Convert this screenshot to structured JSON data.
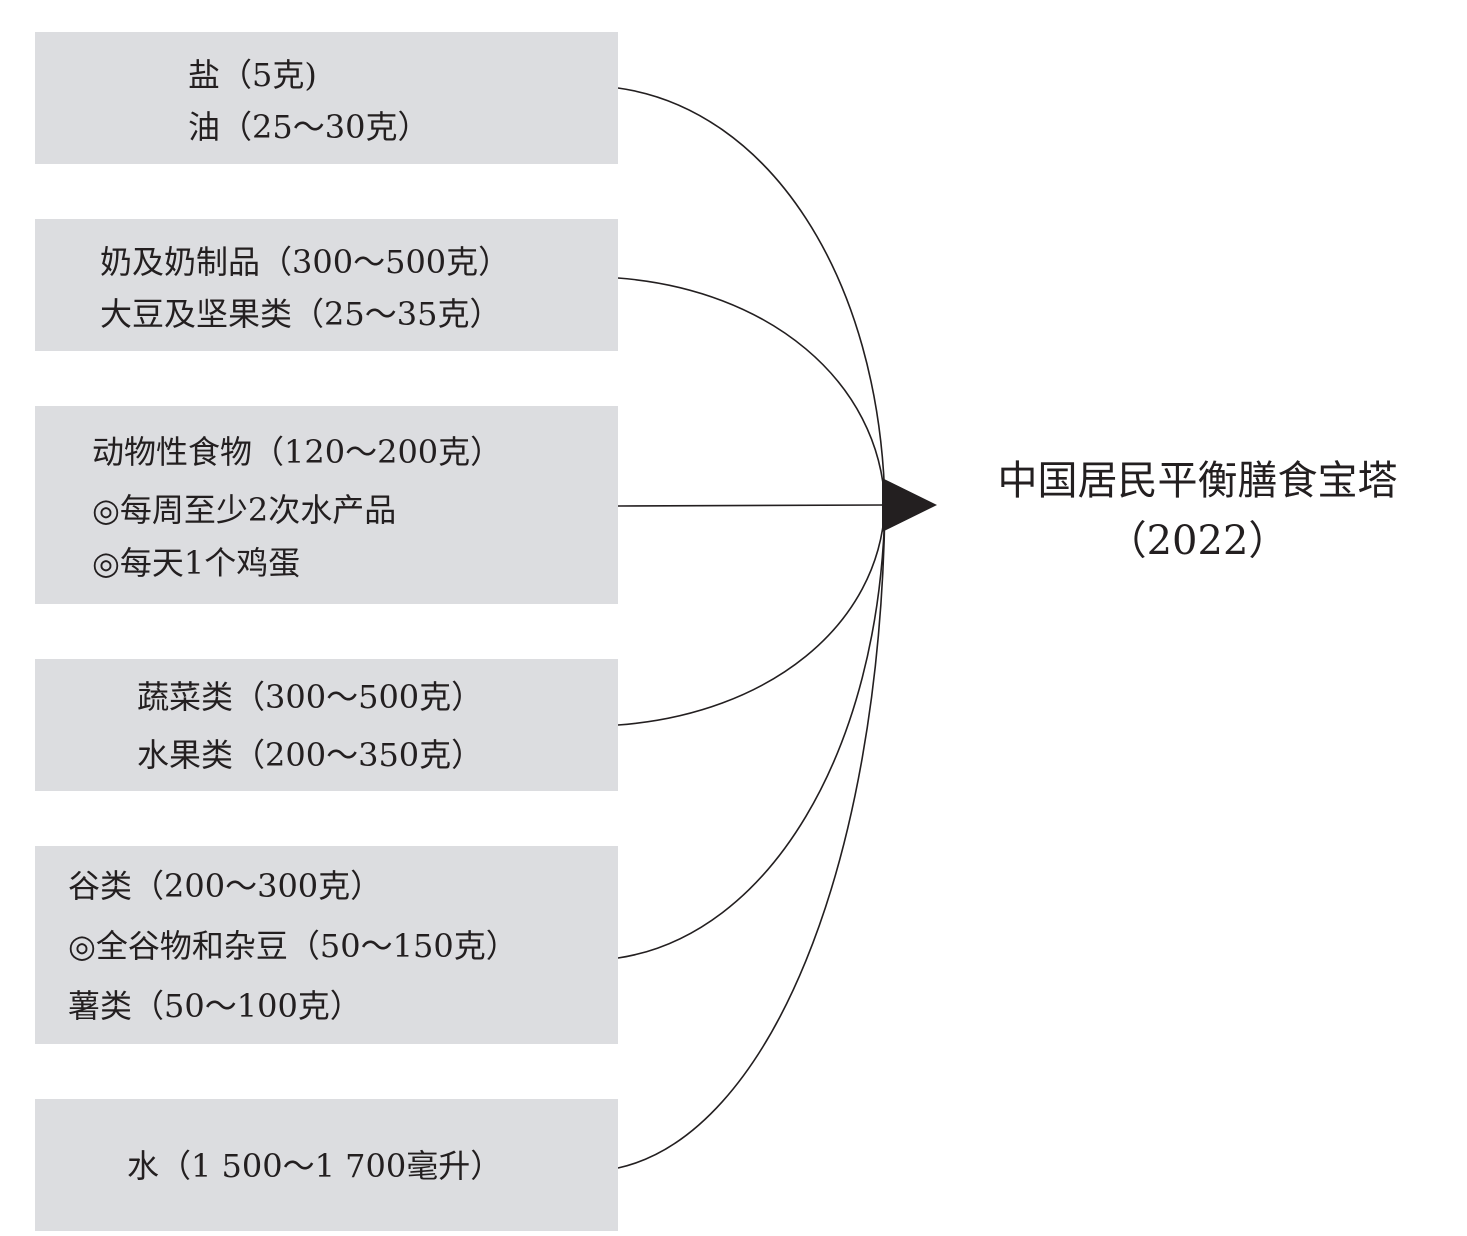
{
  "groups": [
    {
      "lines": [
        "盐（5克)",
        "油（25～30克）"
      ]
    },
    {
      "lines": [
        "奶及奶制品（300～500克）",
        "大豆及坚果类（25～35克）"
      ]
    },
    {
      "lines": [
        "动物性食物（120～200克）",
        "◎每周至少2次水产品",
        "◎每天1个鸡蛋"
      ]
    },
    {
      "lines": [
        "蔬菜类（300～500克）",
        "水果类（200～350克）"
      ]
    },
    {
      "lines": [
        "谷类（200～300克）",
        "◎全谷物和杂豆（50～150克）",
        "薯类（50～100克）"
      ]
    },
    {
      "lines": [
        "水（1 500～1 700毫升）"
      ]
    }
  ],
  "target": {
    "title": "中国居民平衡膳食宝塔",
    "year": "（2022）"
  }
}
